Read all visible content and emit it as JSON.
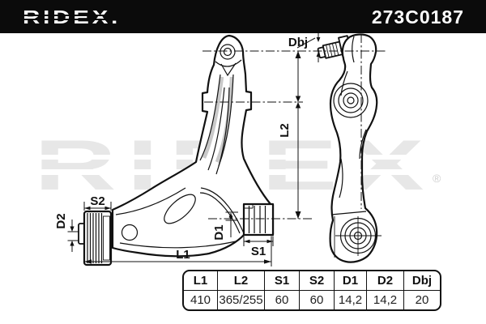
{
  "header": {
    "brand": "RIDEX.",
    "part_number": "273C0187"
  },
  "watermark": {
    "text": "RIDEX",
    "reg": "®"
  },
  "dimension_labels": {
    "dbj": "Dbj",
    "l2": "L2",
    "s2": "S2",
    "d2": "D2",
    "d1": "D1",
    "s1": "S1",
    "l1": "L1"
  },
  "spec_table": {
    "columns": [
      "L1",
      "L2",
      "S1",
      "S2",
      "D1",
      "D2",
      "Dbj"
    ],
    "values": [
      "410",
      "365/255",
      "60",
      "60",
      "14,2",
      "14,2",
      "20"
    ]
  },
  "colors": {
    "header_bg": "#0b0b0b",
    "header_text": "#ffffff",
    "line": "#111111",
    "watermark": "#e7e7e7",
    "table_border": "#111111"
  }
}
